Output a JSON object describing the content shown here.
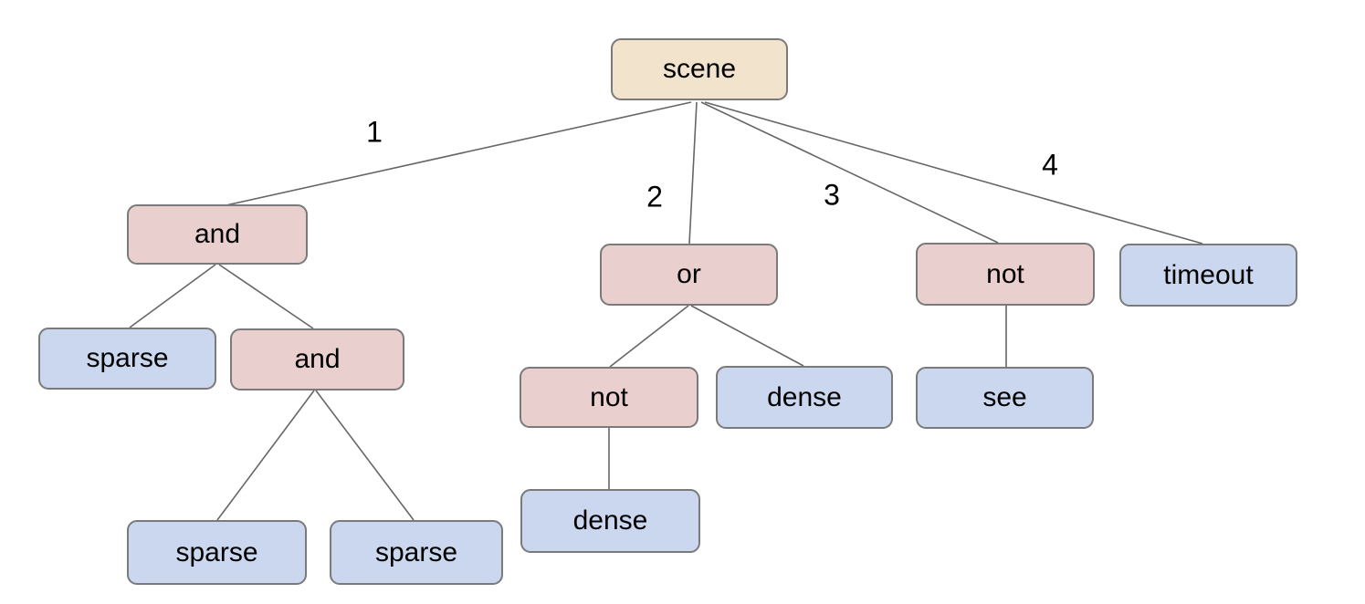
{
  "diagram": {
    "type": "tree",
    "nodes": [
      {
        "id": "scene",
        "label": "scene",
        "kind": "root",
        "parent": null
      },
      {
        "id": "and-1",
        "label": "and",
        "kind": "operator",
        "parent": "scene",
        "edge_label": "1"
      },
      {
        "id": "or-1",
        "label": "or",
        "kind": "operator",
        "parent": "scene",
        "edge_label": "2"
      },
      {
        "id": "not-1",
        "label": "not",
        "kind": "operator",
        "parent": "scene",
        "edge_label": "3"
      },
      {
        "id": "timeout-1",
        "label": "timeout",
        "kind": "leaf",
        "parent": "scene",
        "edge_label": "4"
      },
      {
        "id": "sparse-1",
        "label": "sparse",
        "kind": "leaf",
        "parent": "and-1"
      },
      {
        "id": "and-2",
        "label": "and",
        "kind": "operator",
        "parent": "and-1"
      },
      {
        "id": "not-2",
        "label": "not",
        "kind": "operator",
        "parent": "or-1"
      },
      {
        "id": "dense-1",
        "label": "dense",
        "kind": "leaf",
        "parent": "or-1"
      },
      {
        "id": "see-1",
        "label": "see",
        "kind": "leaf",
        "parent": "not-1"
      },
      {
        "id": "sparse-2",
        "label": "sparse",
        "kind": "leaf",
        "parent": "and-2"
      },
      {
        "id": "sparse-3",
        "label": "sparse",
        "kind": "leaf",
        "parent": "and-2"
      },
      {
        "id": "dense-2",
        "label": "dense",
        "kind": "leaf",
        "parent": "not-2"
      }
    ],
    "edge_labels": [
      "1",
      "2",
      "3",
      "4"
    ]
  },
  "colors": {
    "root_fill": "#f2e4cc",
    "operator_fill": "#e9cfcd",
    "leaf_fill": "#cbd7ef",
    "node_border": "#7a7a7a",
    "edge_line": "#666666",
    "text": "#000000",
    "background": "#ffffff"
  }
}
